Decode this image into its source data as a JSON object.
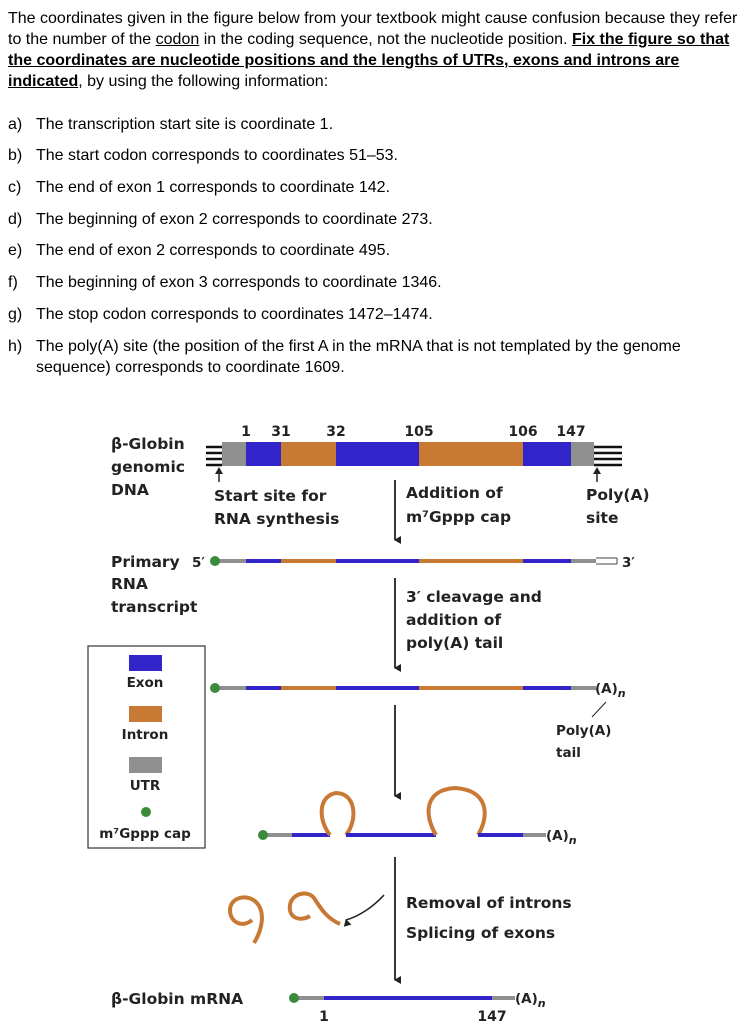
{
  "intro": {
    "p1": "The coordinates given in the figure below from your textbook might cause confusion because they refer to the number of the ",
    "codon": "codon",
    "p2": " in the coding sequence, not the nucleotide position. ",
    "fix": "Fix the figure so that the coordinates are nucleotide positions and the lengths of UTRs, exons and introns are indicated",
    "p3": ", by using the following information:"
  },
  "items": [
    {
      "label": "a)",
      "text": "The transcription start site is coordinate 1."
    },
    {
      "label": "b)",
      "text": "The start codon corresponds to coordinates 51–53."
    },
    {
      "label": "c)",
      "text": "The end of exon 1 corresponds to coordinate 142."
    },
    {
      "label": "d)",
      "text": "The beginning of exon 2 corresponds to coordinate 273."
    },
    {
      "label": "e)",
      "text": "The end of exon 2 corresponds to coordinate 495."
    },
    {
      "label": "f)",
      "text": "The beginning of exon 3 corresponds to coordinate 1346."
    },
    {
      "label": "g)",
      "text": "The stop codon corresponds to coordinates 1472–1474."
    },
    {
      "label": "h)",
      "text": "The poly(A) site (the position of the first A in the mRNA that is not templated by the genome sequence) corresponds to coordinate 1609."
    }
  ],
  "figure": {
    "coords": [
      "1",
      "31",
      "32",
      "105",
      "106",
      "147"
    ],
    "genomic_label": [
      "β-Globin",
      "genomic",
      "DNA"
    ],
    "start_site": [
      "Start site for",
      "RNA synthesis"
    ],
    "cap_addition": [
      "Addition of",
      "m⁷Gppp cap"
    ],
    "polya_site": [
      "Poly(A)",
      "site"
    ],
    "primary_label": [
      "Primary",
      "RNA",
      "transcript"
    ],
    "five_prime": "5′",
    "three_prime": "3′",
    "cleavage": [
      "3′ cleavage and",
      "addition of",
      "poly(A) tail"
    ],
    "tail_A": "(A)",
    "tail_n": "n",
    "polya_tail": [
      "Poly(A)",
      "tail"
    ],
    "splicing": [
      "Removal of introns",
      "Splicing of exons"
    ],
    "mrna_label": "β-Globin mRNA",
    "mrna_coord_start": "1",
    "mrna_coord_end": "147",
    "legend": {
      "exon": "Exon",
      "intron": "Intron",
      "utr": "UTR",
      "cap": "m⁷Gppp cap"
    },
    "colors": {
      "exon": "#3124c8",
      "intron": "#c87a35",
      "utr": "#8f8f8f",
      "cap": "#3a8b3a"
    }
  }
}
